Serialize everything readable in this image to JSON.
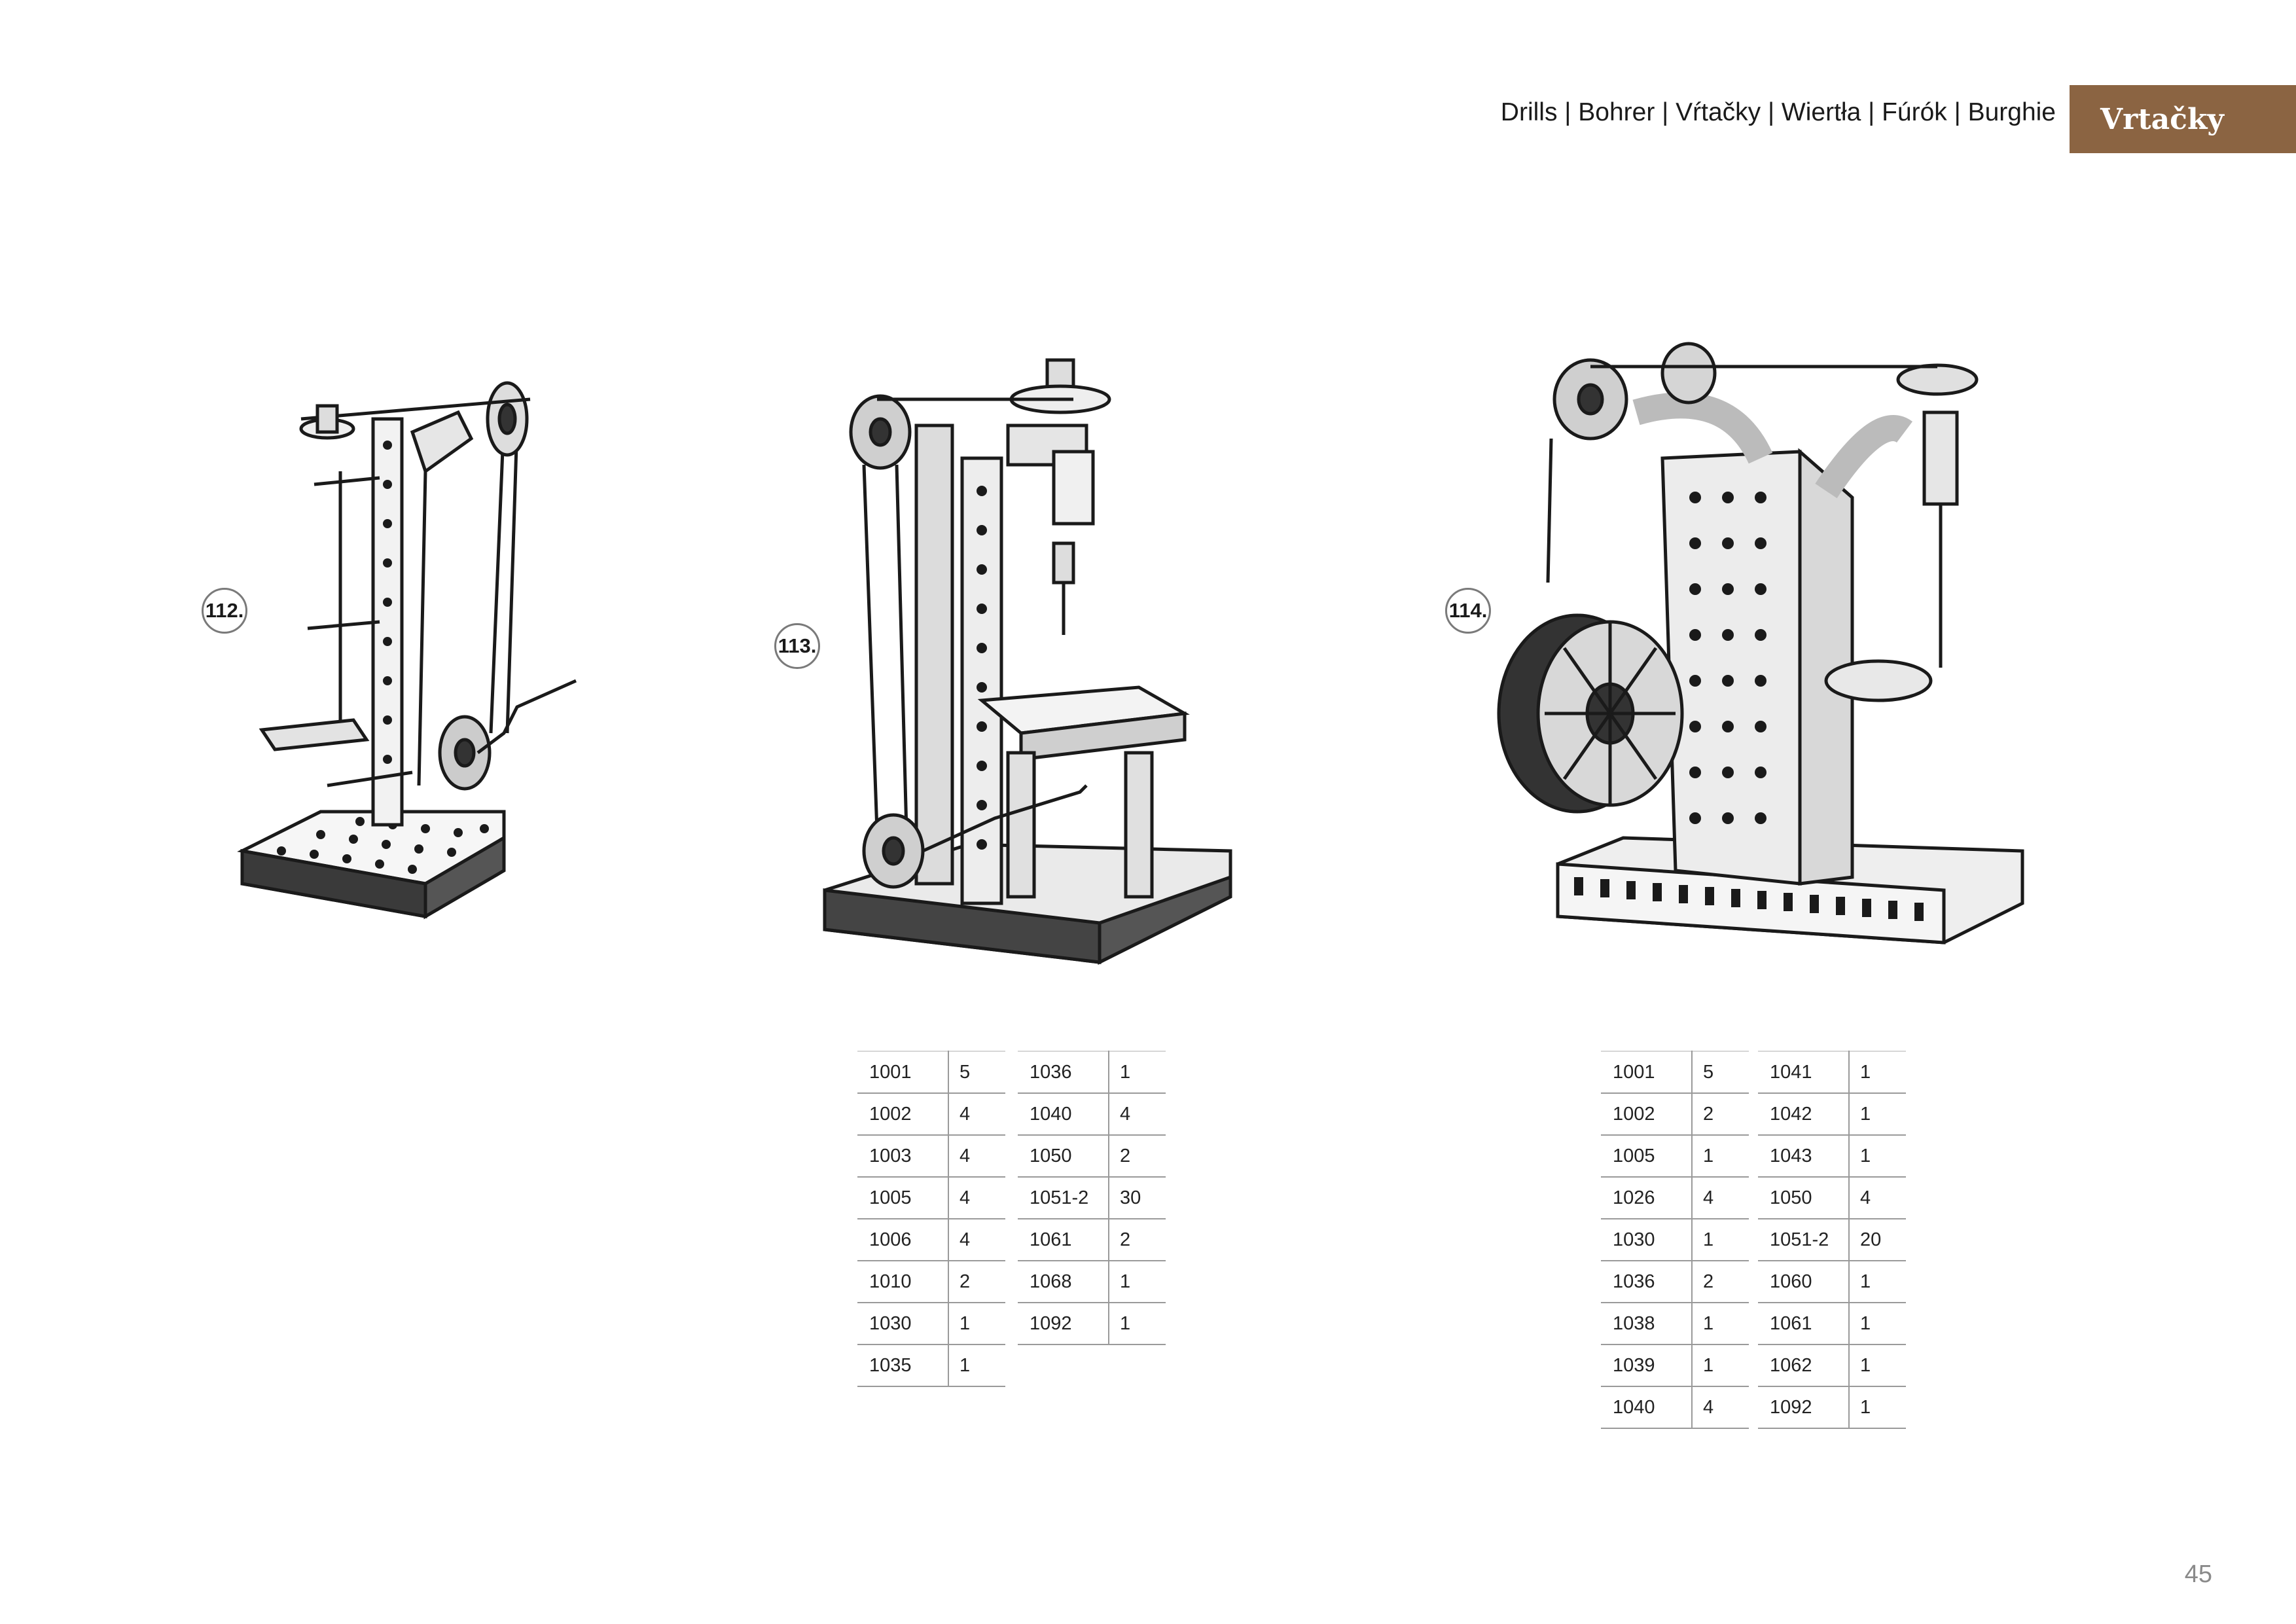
{
  "header": {
    "subtitle": "Drills | Bohrer | Vŕtačky | Wiertła | Fúrók | Burghie",
    "tab_label": "Vrtačky",
    "tab_color": "#8b6442"
  },
  "models": [
    {
      "label": "112.",
      "illustration": "drill-model-112"
    },
    {
      "label": "113.",
      "illustration": "drill-model-113",
      "parts_left": [
        {
          "code": "1001",
          "qty": "5"
        },
        {
          "code": "1002",
          "qty": "4"
        },
        {
          "code": "1003",
          "qty": "4"
        },
        {
          "code": "1005",
          "qty": "4"
        },
        {
          "code": "1006",
          "qty": "4"
        },
        {
          "code": "1010",
          "qty": "2"
        },
        {
          "code": "1030",
          "qty": "1"
        },
        {
          "code": "1035",
          "qty": "1"
        }
      ],
      "parts_right": [
        {
          "code": "1036",
          "qty": "1"
        },
        {
          "code": "1040",
          "qty": "4"
        },
        {
          "code": "1050",
          "qty": "2"
        },
        {
          "code": "1051-2",
          "qty": "30"
        },
        {
          "code": "1061",
          "qty": "2"
        },
        {
          "code": "1068",
          "qty": "1"
        },
        {
          "code": "1092",
          "qty": "1"
        }
      ]
    },
    {
      "label": "114.",
      "illustration": "drill-model-114",
      "parts_left": [
        {
          "code": "1001",
          "qty": "5"
        },
        {
          "code": "1002",
          "qty": "2"
        },
        {
          "code": "1005",
          "qty": "1"
        },
        {
          "code": "1026",
          "qty": "4"
        },
        {
          "code": "1030",
          "qty": "1"
        },
        {
          "code": "1036",
          "qty": "2"
        },
        {
          "code": "1038",
          "qty": "1"
        },
        {
          "code": "1039",
          "qty": "1"
        },
        {
          "code": "1040",
          "qty": "4"
        }
      ],
      "parts_right": [
        {
          "code": "1041",
          "qty": "1"
        },
        {
          "code": "1042",
          "qty": "1"
        },
        {
          "code": "1043",
          "qty": "1"
        },
        {
          "code": "1050",
          "qty": "4"
        },
        {
          "code": "1051-2",
          "qty": "20"
        },
        {
          "code": "1060",
          "qty": "1"
        },
        {
          "code": "1061",
          "qty": "1"
        },
        {
          "code": "1062",
          "qty": "1"
        },
        {
          "code": "1092",
          "qty": "1"
        }
      ]
    }
  ],
  "page_number": "45"
}
